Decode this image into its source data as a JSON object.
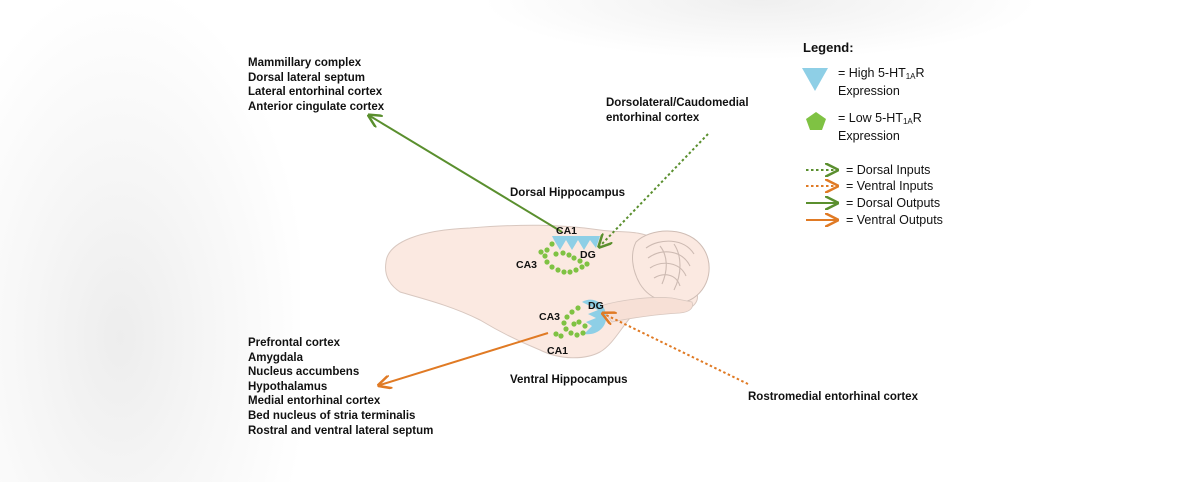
{
  "colors": {
    "dorsal_green": "#5a8f2e",
    "ventral_orange": "#e07a24",
    "high_expression_blue": "#8ecfe6",
    "low_expression_green": "#7fc243",
    "brain_fill": "#fbe9e1"
  },
  "labels": {
    "dorsal_hippocampus": "Dorsal Hippocampus",
    "ventral_hippocampus": "Ventral Hippocampus",
    "ca1_dorsal": "CA1",
    "ca3_dorsal": "CA3",
    "dg_dorsal": "DG",
    "ca1_ventral": "CA1",
    "ca3_ventral": "CA3",
    "dg_ventral": "DG",
    "dorsal_input_source": [
      "Dorsolateral/Caudomedial",
      "entorhinal cortex"
    ],
    "ventral_input_source": "Rostromedial entorhinal cortex"
  },
  "dorsal_outputs": [
    "Mammillary complex",
    "Dorsal lateral septum",
    "Lateral entorhinal cortex",
    "Anterior cingulate cortex"
  ],
  "ventral_outputs": [
    "Prefrontal cortex",
    "Amygdala",
    "Nucleus accumbens",
    "Hypothalamus",
    "Medial entorhinal cortex",
    "Bed nucleus of stria terminalis",
    "Rostral and ventral lateral septum"
  ],
  "legend": {
    "title": "Legend:",
    "high_prefix": "= High 5-HT",
    "high_sub": "1A",
    "high_suffix": "R",
    "high_line2": "Expression",
    "low_prefix": "= Low 5-HT",
    "low_sub": "1A",
    "low_suffix": "R",
    "low_line2": "Expression",
    "dorsal_inputs": "= Dorsal Inputs",
    "ventral_inputs": "= Ventral Inputs",
    "dorsal_outputs": "= Dorsal Outputs",
    "ventral_outputs": "= Ventral Outputs"
  }
}
